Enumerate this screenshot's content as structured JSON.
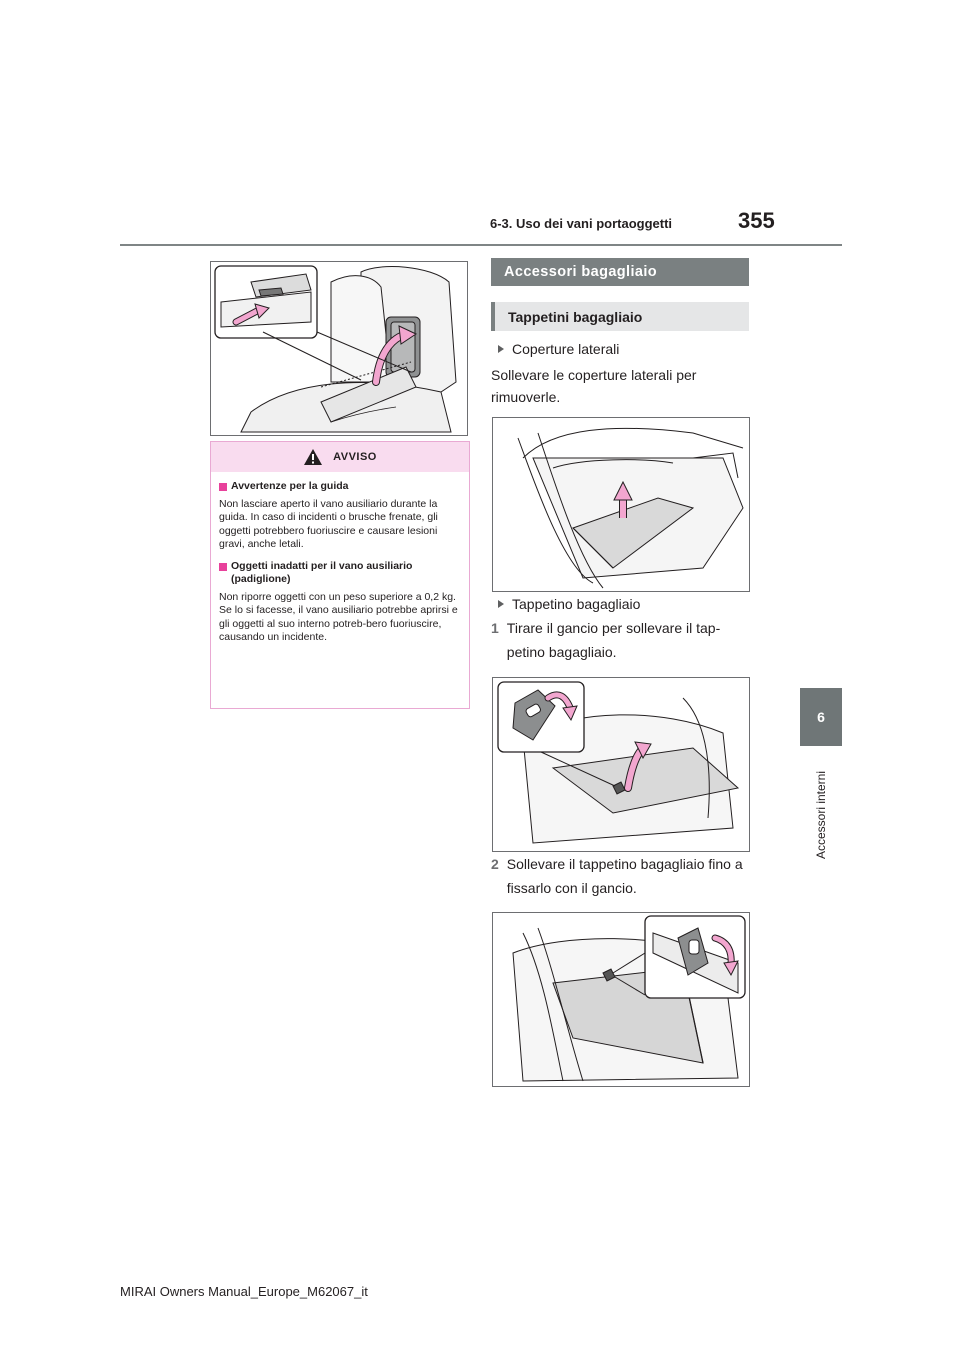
{
  "header": {
    "section_title": "6-3. Uso dei vani portaoggetti",
    "page_number": "355"
  },
  "chapter_tab": {
    "number": "6",
    "label": "Accessori interni"
  },
  "warning": {
    "title": "AVVISO",
    "items": [
      {
        "heading": "Avvertenze per la guida",
        "text": "Non lasciare aperto il vano ausiliario durante la guida. In caso di incidenti o brusche frenate, gli oggetti potrebbero fuoriuscire e causare lesioni gravi, anche letali."
      },
      {
        "heading": "Oggetti inadatti per il vano ausiliario (padiglione)",
        "text": "Non riporre oggetti con un peso superiore a 0,2 kg. Se lo si facesse, il vano ausiliario potrebbe aprirsi e gli oggetti al suo interno potreb-bero fuoriuscire, causando un incidente."
      }
    ]
  },
  "section": {
    "title": "Accessori bagagliaio",
    "subsection": "Tappetini bagagliaio",
    "bullet1": "Coperture laterali",
    "para1": "Sollevare le coperture laterali per rimuoverle.",
    "bullet2": "Tappetino bagagliaio",
    "step1_num": "1",
    "step1_text": "Tirare il gancio per sollevare il tap-petino bagagliaio.",
    "step2_num": "2",
    "step2_text": "Sollevare il tappetino bagagliaio fino a fissarlo con il gancio."
  },
  "footer": {
    "text": "MIRAI Owners Manual_Europe_M62067_it"
  },
  "colors": {
    "arrow_pink": "#f2a6cf",
    "warning_pink": "#f9dcef",
    "bar_gray": "#7a8081"
  }
}
